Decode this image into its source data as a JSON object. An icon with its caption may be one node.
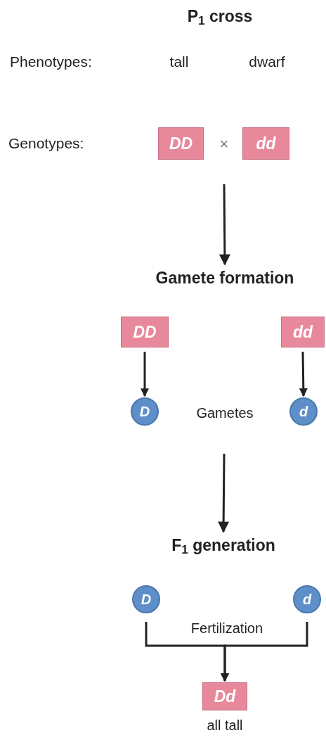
{
  "diagram": {
    "nodes": [
      {
        "text": [
          "DD"
        ]
      },
      {
        "text": [
          "dd"
        ]
      },
      {
        "text": [
          "Gamete formation"
        ]
      },
      {
        "text": [
          "DD"
        ]
      },
      {
        "text": [
          "dd"
        ]
      },
      {
        "text": [
          "D"
        ]
      },
      {
        "text": [
          "d"
        ]
      },
      {
        "text": [
          "F$_{1}$ generation"
        ]
      },
      {
        "text": [
          "D"
        ]
      },
      {
        "text": [
          "d"
        ]
      },
      {
        "text": [
          "Dd"
        ],
        "beside": [
          "all tall"
        ]
      }
    ],
    "edges": [
      {
        "from": null,
        "to": 2,
        "arrow": "to"
      },
      {
        "from": 3,
        "to": 5,
        "arrow": "to"
      },
      {
        "from": 4,
        "to": 6,
        "arrow": "to"
      },
      {
        "from": null,
        "to": 7,
        "arrow": "to"
      },
      {
        "from": 8,
        "to": 10,
        "arrow": "to"
      },
      {
        "from": 9,
        "to": 10,
        "arrow": "to"
      }
    ],
    "labels": [
      "P$_{1}$ cross",
      "Phenotypes:",
      "tall",
      "dwarf",
      "Genotypes:",
      "×",
      "Gametes",
      "Fertilization"
    ]
  }
}
